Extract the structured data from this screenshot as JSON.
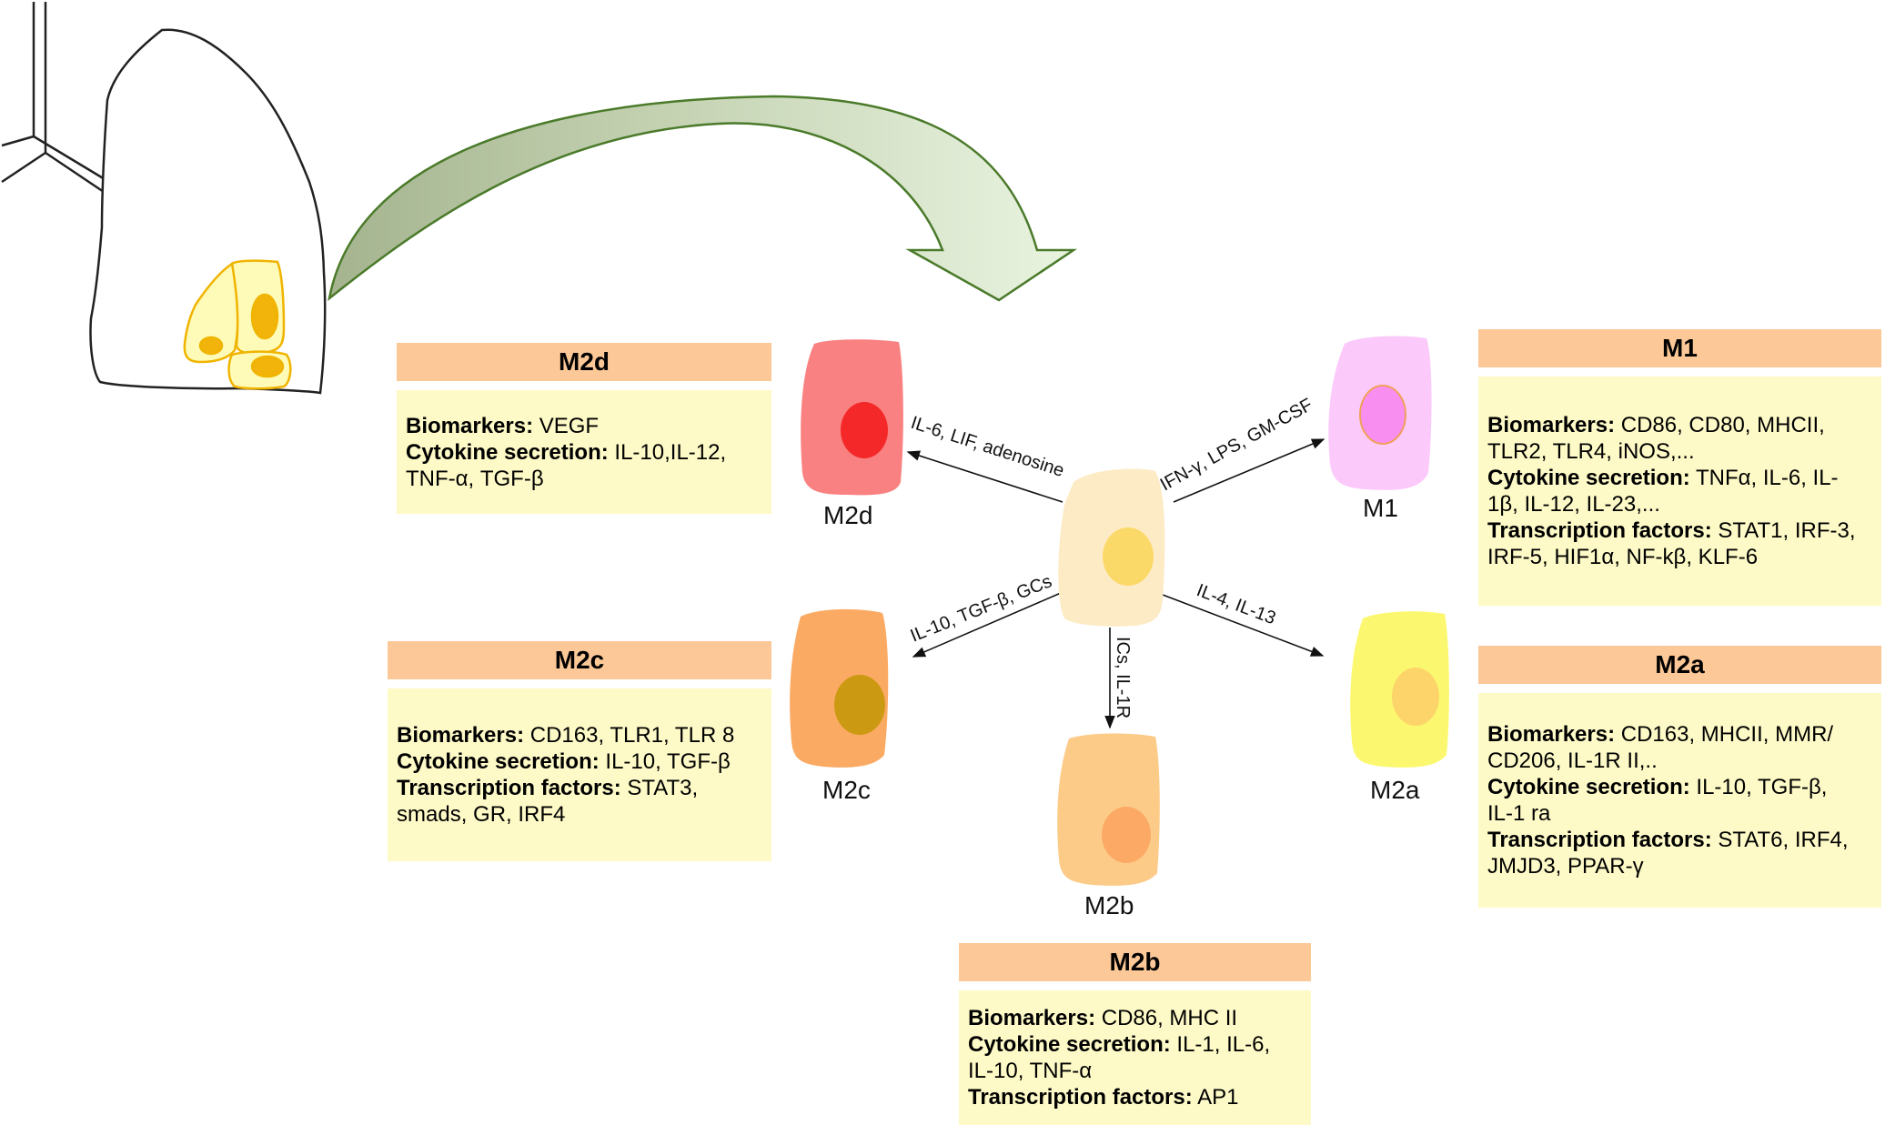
{
  "cells": {
    "center": {
      "color": "#fdebc6",
      "nucleus": "#fbd968"
    },
    "M1": {
      "label": "M1",
      "color": "#fbcafb",
      "nucleus": "#f78ef0"
    },
    "M2a": {
      "label": "M2a",
      "color": "#fbf86f",
      "nucleus": "#fcd46a"
    },
    "M2b": {
      "label": "M2b",
      "color": "#fccb88",
      "nucleus": "#fca966"
    },
    "M2c": {
      "label": "M2c",
      "color": "#fbaa63",
      "nucleus": "#cc9a12"
    },
    "M2d": {
      "label": "M2d",
      "color": "#f98181",
      "nucleus": "#f42828"
    }
  },
  "arrows": {
    "M1": "IFN-γ, LPS, GM-CSF",
    "M2a": "IL-4, IL-13",
    "M2b": "ICs, IL-1R",
    "M2c": "IL-10, TGF-β, GCs",
    "M2d": "IL-6, LIF, adenosine"
  },
  "boxes": {
    "M2d": {
      "title": "M2d",
      "rows": [
        {
          "k": "Biomarkers:",
          "v": " VEGF"
        },
        {
          "k": "Cytokine secretion:",
          "v": " IL-10,IL-12,"
        },
        {
          "k": "",
          "v": "TNF-α, TGF-β"
        }
      ]
    },
    "M1": {
      "title": "M1",
      "rows": [
        {
          "k": "Biomarkers:",
          "v": " CD86, CD80, MHCII,"
        },
        {
          "k": "",
          "v": "TLR2, TLR4, iNOS,..."
        },
        {
          "k": "Cytokine secretion:",
          "v": " TNFα, IL-6, IL-"
        },
        {
          "k": "",
          "v": "1β, IL-12, IL-23,..."
        },
        {
          "k": "Transcription factors:",
          "v": " STAT1, IRF-3,"
        },
        {
          "k": "",
          "v": "IRF-5, HIF1α, NF-kβ, KLF-6"
        }
      ]
    },
    "M2c": {
      "title": "M2c",
      "rows": [
        {
          "k": "Biomarkers:",
          "v": " CD163, TLR1, TLR 8"
        },
        {
          "k": "Cytokine secretion:",
          "v": " IL-10, TGF-β"
        },
        {
          "k": "Transcription factors:",
          "v": " STAT3,"
        },
        {
          "k": "",
          "v": "smads, GR, IRF4"
        }
      ]
    },
    "M2a": {
      "title": "M2a",
      "rows": [
        {
          "k": "Biomarkers:",
          "v": " CD163, MHCII, MMR/"
        },
        {
          "k": "",
          "v": "CD206, IL-1R II,.."
        },
        {
          "k": "Cytokine secretion:",
          "v": " IL-10, TGF-β,"
        },
        {
          "k": "",
          "v": "IL-1 ra"
        },
        {
          "k": "Transcription factors:",
          "v": " STAT6, IRF4,"
        },
        {
          "k": "",
          "v": "JMJD3, PPAR-γ"
        }
      ]
    },
    "M2b": {
      "title": "M2b",
      "rows": [
        {
          "k": "Biomarkers:",
          "v": " CD86, MHC II"
        },
        {
          "k": "Cytokine secretion:",
          "v": " IL-1, IL-6,"
        },
        {
          "k": "",
          "v": "IL-10, TNF-α"
        },
        {
          "k": "Transcription factors:",
          "v": " AP1"
        }
      ]
    }
  }
}
